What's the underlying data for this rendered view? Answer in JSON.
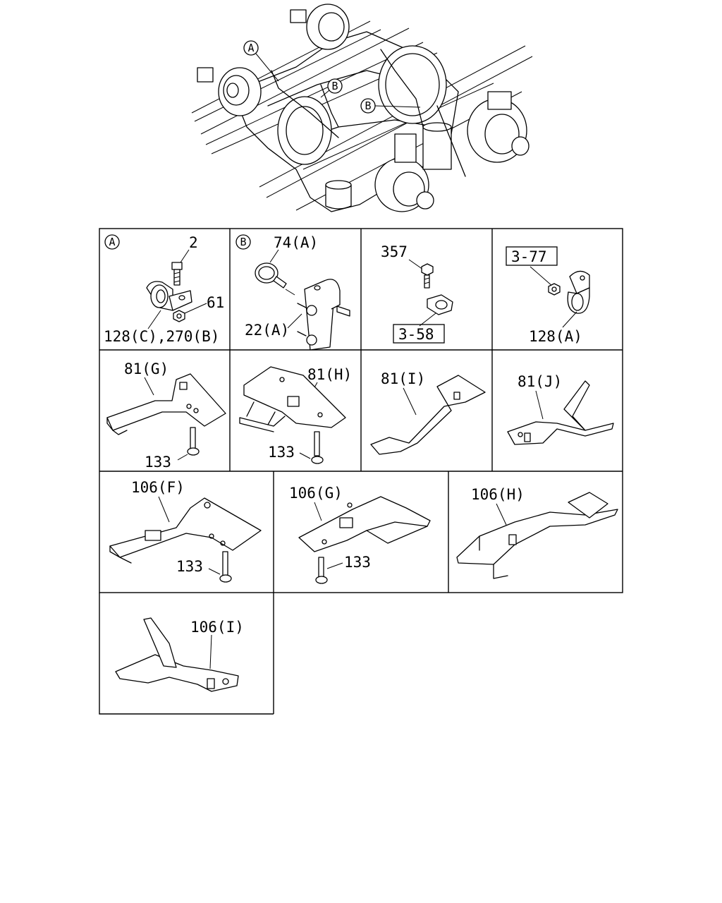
{
  "overview": {
    "callouts": [
      "A",
      "B",
      "B"
    ]
  },
  "cells": {
    "A": {
      "letter": "A",
      "labels": [
        "2",
        "61",
        "128(C),270(B)"
      ]
    },
    "B": {
      "letter": "B",
      "labels": [
        "74(A)",
        "22(A)"
      ]
    },
    "C": {
      "labels": [
        "357"
      ],
      "boxed": "3-58"
    },
    "D": {
      "boxed": "3-77",
      "labels": [
        "128(A)"
      ]
    },
    "E": {
      "labels": [
        "81(G)",
        "133"
      ]
    },
    "F": {
      "labels": [
        "81(H)",
        "133"
      ]
    },
    "G": {
      "labels": [
        "81(I)"
      ]
    },
    "H": {
      "labels": [
        "81(J)"
      ]
    },
    "I": {
      "labels": [
        "106(F)",
        "133"
      ]
    },
    "J": {
      "labels": [
        "106(G)",
        "133"
      ]
    },
    "K": {
      "labels": [
        "106(H)"
      ]
    },
    "L": {
      "labels": [
        "106(I)"
      ]
    }
  }
}
